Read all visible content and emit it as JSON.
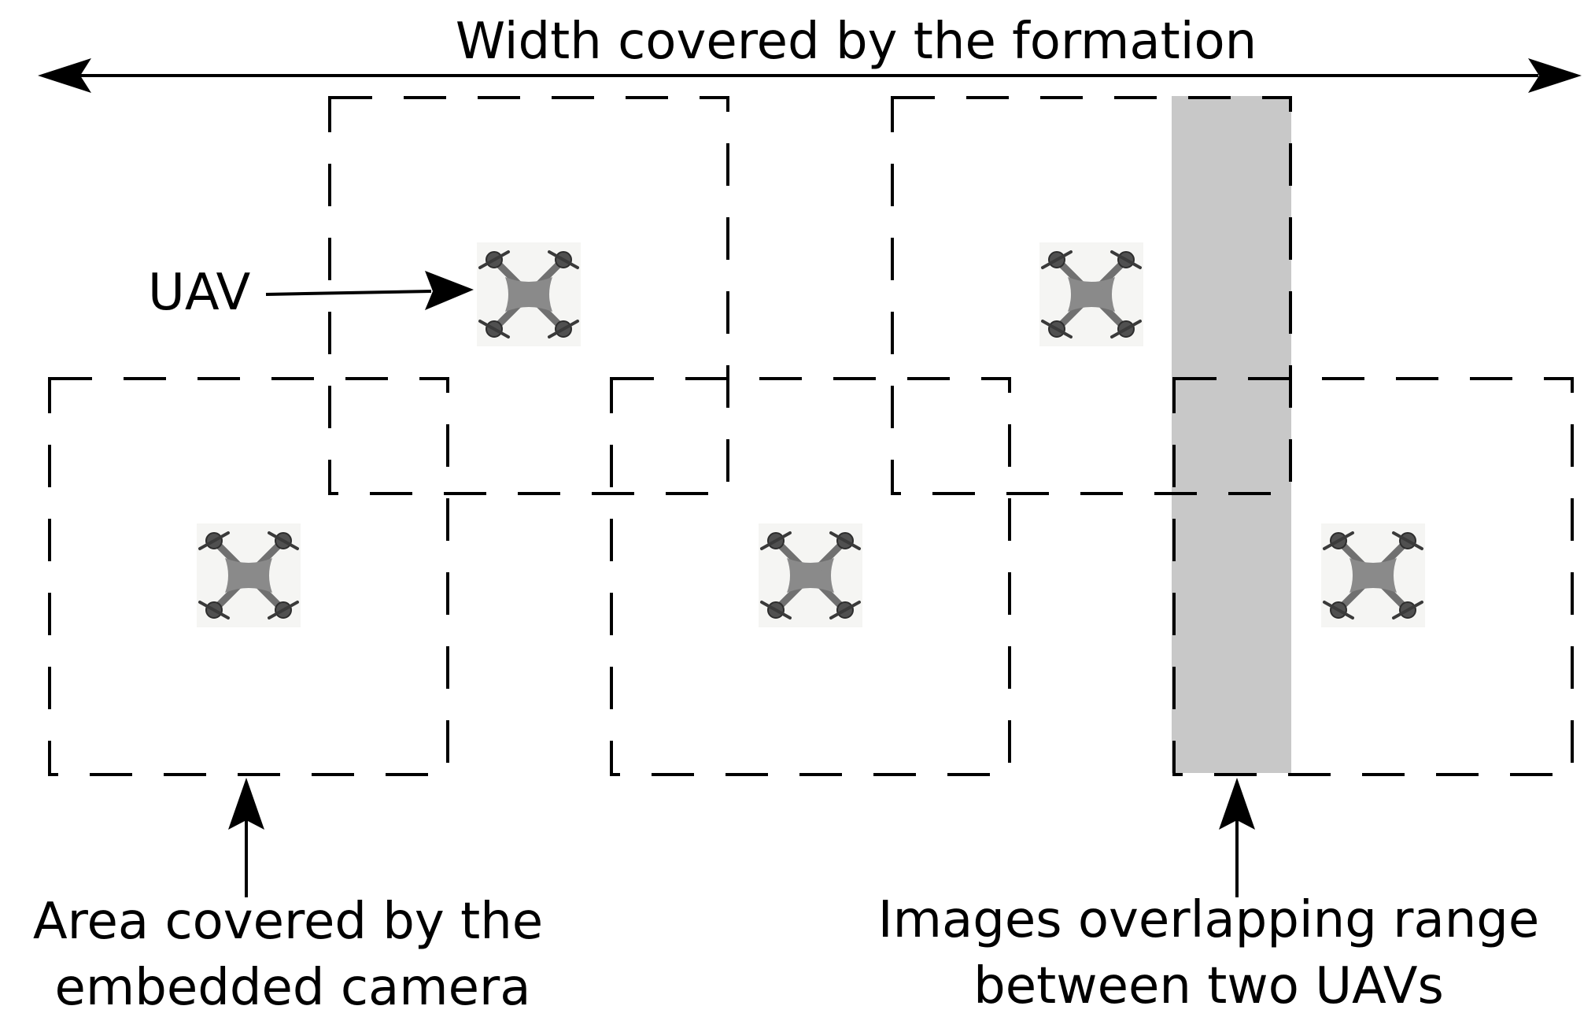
{
  "labels": {
    "formation_width": "Width covered by the formation",
    "uav": "UAV",
    "camera_area_line1": "Area covered by the",
    "camera_area_line2": "embedded camera",
    "overlap_line1": "Images overlapping range",
    "overlap_line2": "between two UAVs"
  },
  "uav_count": 5,
  "colors": {
    "overlap_region": "#c8c8c8",
    "uav_body": "#8a8a8a",
    "lines": "#000000"
  },
  "icons": [
    "quadcopter-uav-icon"
  ]
}
